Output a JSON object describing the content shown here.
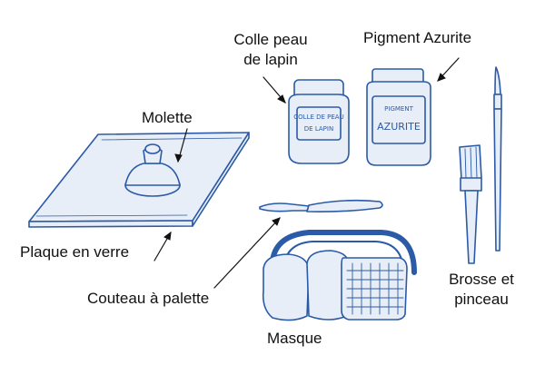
{
  "labels": {
    "colle_line1": "Colle peau",
    "colle_line2": "de lapin",
    "pigment": "Pigment Azurite",
    "molette": "Molette",
    "plaque": "Plaque en verre",
    "couteau": "Couteau à palette",
    "masque": "Masque",
    "brosse_line1": "Brosse et",
    "brosse_line2": "pinceau"
  },
  "jar_labels": {
    "colle_line1": "COLLE DE PEAU",
    "colle_line2": "DE LAPIN",
    "pigment_line1": "PIGMENT",
    "pigment_line2": "AZURITE"
  },
  "colors": {
    "ink": "#2b5aa6",
    "tint": "#e8eef8",
    "text": "#111111"
  }
}
